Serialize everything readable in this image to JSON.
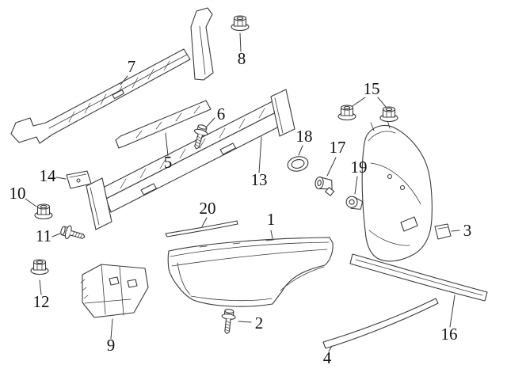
{
  "diagram": {
    "background_color": "#ffffff",
    "line_color": "#3a3a3a",
    "label_color": "#111111",
    "callouts": [
      {
        "label": "1"
      },
      {
        "label": "2"
      },
      {
        "label": "3"
      },
      {
        "label": "4"
      },
      {
        "label": "5"
      },
      {
        "label": "6"
      },
      {
        "label": "7"
      },
      {
        "label": "8"
      },
      {
        "label": "9"
      },
      {
        "label": "10"
      },
      {
        "label": "11"
      },
      {
        "label": "12"
      },
      {
        "label": "13"
      },
      {
        "label": "14"
      },
      {
        "label": "15"
      },
      {
        "label": "16"
      },
      {
        "label": "17"
      },
      {
        "label": "18"
      },
      {
        "label": "19"
      },
      {
        "label": "20"
      }
    ]
  }
}
